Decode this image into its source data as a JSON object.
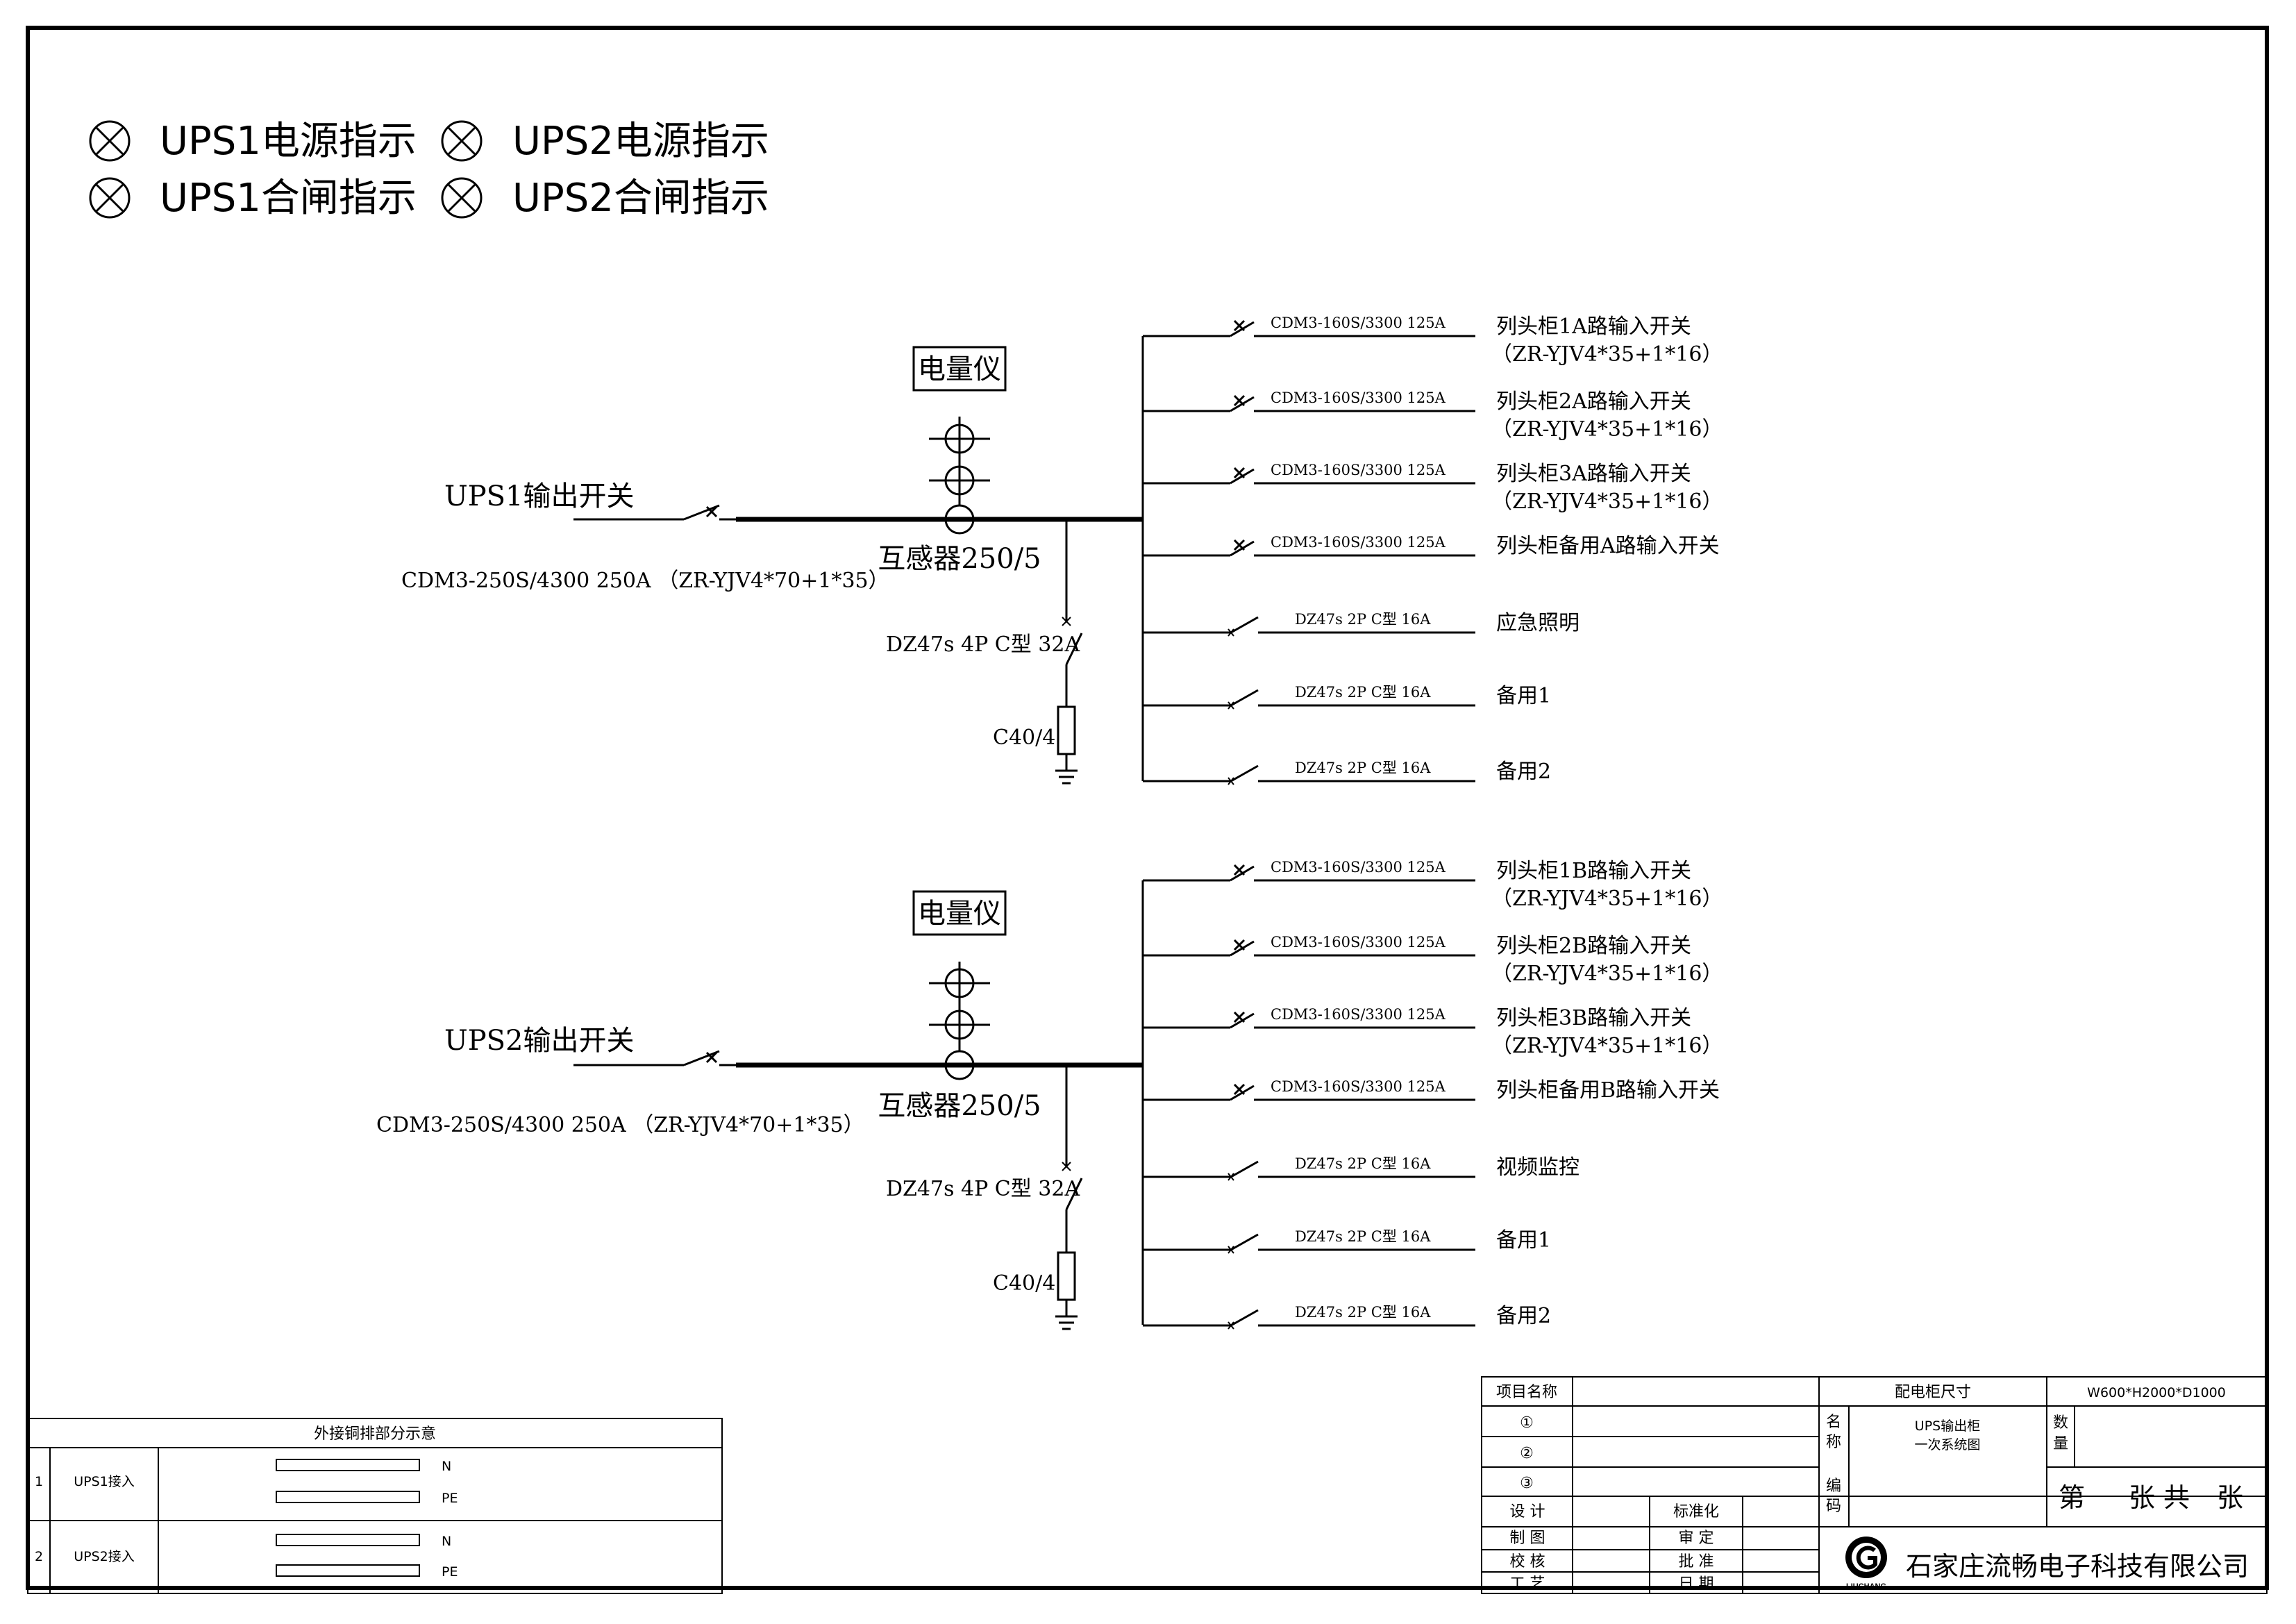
{
  "indicators": [
    {
      "label": "UPS1电源指示"
    },
    {
      "label": "UPS2电源指示"
    },
    {
      "label": "UPS1合闸指示"
    },
    {
      "label": "UPS2合闸指示"
    }
  ],
  "sections": [
    {
      "input_label": "UPS1输出开关",
      "input_spec": "CDM3-250S/4300 250A （ZR-YJV4*70+1*35）",
      "meter": "电量仪",
      "ct": "互感器250/5",
      "spd_breaker": "DZ47s 4P C型 32A",
      "spd": "C40/4",
      "feeders": [
        {
          "spec": "CDM3-160S/3300 125A",
          "name": "列头柜1A路输入开关",
          "cable": "（ZR-YJV4*35+1*16）"
        },
        {
          "spec": "CDM3-160S/3300 125A",
          "name": "列头柜2A路输入开关",
          "cable": "（ZR-YJV4*35+1*16）"
        },
        {
          "spec": "CDM3-160S/3300 125A",
          "name": "列头柜3A路输入开关",
          "cable": "（ZR-YJV4*35+1*16）"
        },
        {
          "spec": "CDM3-160S/3300 125A",
          "name": "列头柜备用A路输入开关",
          "cable": ""
        },
        {
          "spec": "DZ47s 2P C型 16A",
          "name": "应急照明",
          "cable": ""
        },
        {
          "spec": "DZ47s 2P C型 16A",
          "name": "备用1",
          "cable": ""
        },
        {
          "spec": "DZ47s 2P C型 16A",
          "name": "备用2",
          "cable": ""
        }
      ]
    },
    {
      "input_label": "UPS2输出开关",
      "input_spec": "CDM3-250S/4300 250A （ZR-YJV4*70+1*35）",
      "meter": "电量仪",
      "ct": "互感器250/5",
      "spd_breaker": "DZ47s 4P C型 32A",
      "spd": "C40/4",
      "feeders": [
        {
          "spec": "CDM3-160S/3300 125A",
          "name": "列头柜1B路输入开关",
          "cable": "（ZR-YJV4*35+1*16）"
        },
        {
          "spec": "CDM3-160S/3300 125A",
          "name": "列头柜2B路输入开关",
          "cable": "（ZR-YJV4*35+1*16）"
        },
        {
          "spec": "CDM3-160S/3300 125A",
          "name": "列头柜3B路输入开关",
          "cable": "（ZR-YJV4*35+1*16）"
        },
        {
          "spec": "CDM3-160S/3300 125A",
          "name": "列头柜备用B路输入开关",
          "cable": ""
        },
        {
          "spec": "DZ47s 2P C型 16A",
          "name": "视频监控",
          "cable": ""
        },
        {
          "spec": "DZ47s 2P C型 16A",
          "name": "备用1",
          "cable": ""
        },
        {
          "spec": "DZ47s 2P C型 16A",
          "name": "备用2",
          "cable": ""
        }
      ]
    }
  ],
  "busbar_table": {
    "title": "外接铜排部分示意",
    "rows": [
      {
        "no": "1",
        "name": "UPS1接入",
        "bars": [
          "N",
          "PE"
        ]
      },
      {
        "no": "2",
        "name": "UPS2接入",
        "bars": [
          "N",
          "PE"
        ]
      }
    ]
  },
  "title_block": {
    "project_label": "项目名称",
    "size_label": "配电柜尺寸",
    "size_value": "W600*H2000*D1000",
    "circle_labels": [
      "①",
      "②",
      "③"
    ],
    "name_label": "名称",
    "drawing_name_line1": "UPS输出柜",
    "drawing_name_line2": "一次系统图",
    "qty_label": "数量",
    "code_label": "编码",
    "sheet_di": "第",
    "sheet_zhang_gong": "张 共",
    "sheet_zhang": "张",
    "roles_left": [
      "设 计",
      "制 图",
      "校 核",
      "工 艺"
    ],
    "roles_right": [
      "标准化",
      "审 定",
      "批 准",
      "日 期"
    ],
    "company": "石家庄流畅电子科技有限公司",
    "logo_text": "LIUCHANG"
  }
}
